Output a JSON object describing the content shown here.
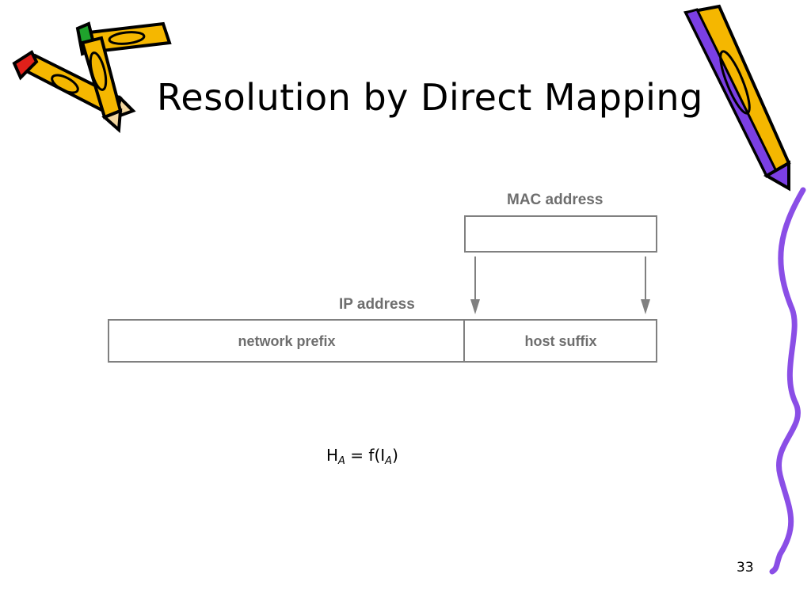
{
  "slide": {
    "title": "Resolution  by Direct Mapping",
    "page_number": "33"
  },
  "diagram": {
    "mac_label": "MAC address",
    "ip_label": "IP address",
    "network_prefix": "network prefix",
    "host_suffix": "host suffix"
  },
  "formula": {
    "h": "H",
    "h_sub": "A",
    "mid": " = f(I",
    "i_sub": "A",
    "end": ")"
  },
  "colors": {
    "diagram_gray": "#808080",
    "label_gray": "#6e6e6e",
    "pencil_yellow": "#f5b700",
    "pencil_red": "#e0201a",
    "pencil_green": "#1fa32c",
    "pencil_purple": "#7b3fe4",
    "squiggle_purple": "#8a4ee6"
  }
}
